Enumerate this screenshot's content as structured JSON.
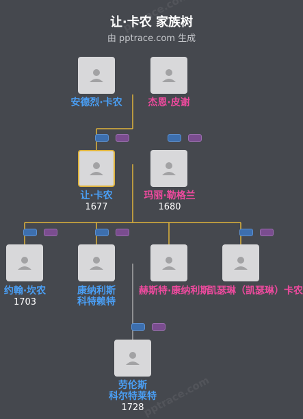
{
  "header": {
    "title": "让·卡农 家族树",
    "subtitle": "由 pptrace.com 生成"
  },
  "watermark": [
    "pptrace.com",
    "pptrace.com"
  ],
  "colors": {
    "background": "#45484e",
    "male": "#4a9ff5",
    "female": "#ee4a9e",
    "line": "#e0b43c",
    "line_gray": "#a8a8a8"
  },
  "people": {
    "p1": {
      "name": "安德烈·卡农",
      "gender": "male"
    },
    "p2": {
      "name": "杰恩·皮谢",
      "gender": "female"
    },
    "p3": {
      "name": "让·卡农",
      "year": "1677",
      "gender": "male",
      "selected": true
    },
    "p4": {
      "name": "玛丽·勒格兰",
      "year": "1680",
      "gender": "female"
    },
    "p5": {
      "name": "约翰·坎农",
      "year": "1703",
      "gender": "male"
    },
    "p6": {
      "name": "康纳利斯\n科特赖特",
      "gender": "male"
    },
    "p7": {
      "name": "赫斯特·康纳利斯",
      "gender": "female"
    },
    "p8": {
      "name": "凯瑟琳（凯瑟琳）卡农",
      "gender": "female"
    },
    "p9": {
      "name": "劳伦斯\n科尔特莱特",
      "year": "1728",
      "gender": "male"
    }
  }
}
